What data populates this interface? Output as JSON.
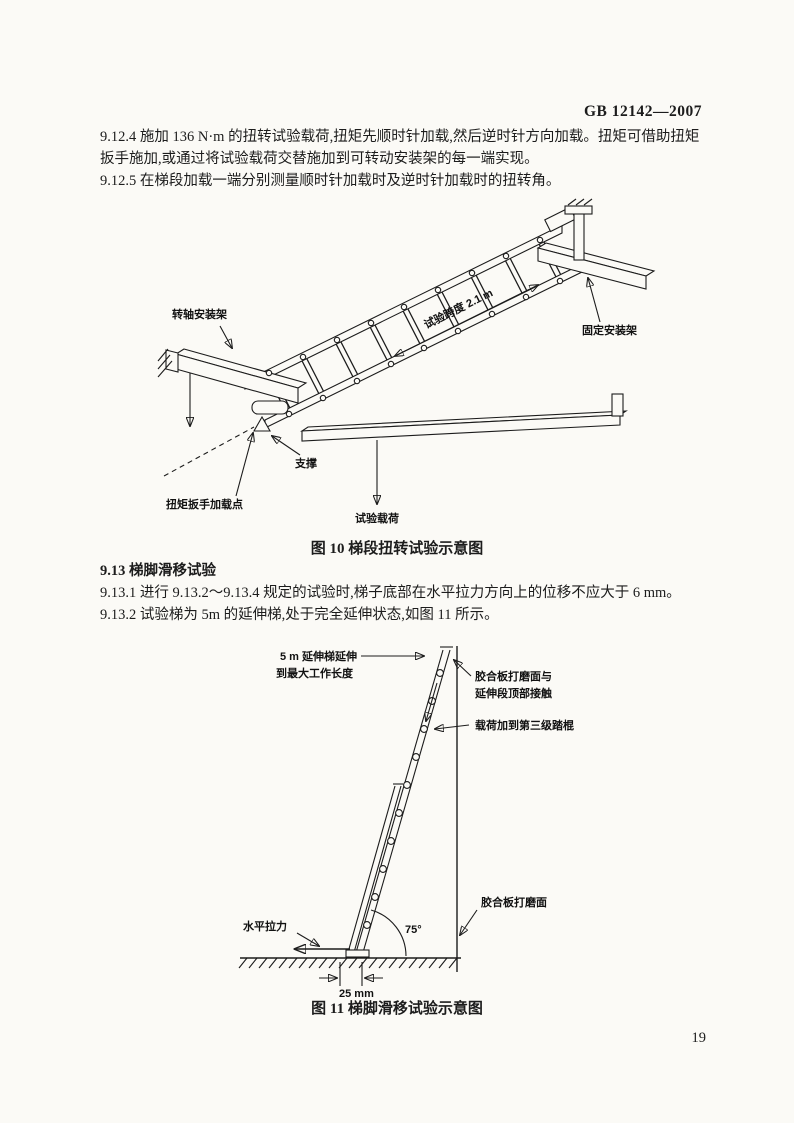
{
  "header": {
    "doc_number": "GB 12142—2007"
  },
  "body": {
    "p9124_line1": "9.12.4  施加 136 N·m 的扭转试验载荷,扭矩先顺时针加载,然后逆时针方向加载。扭矩可借助扭矩",
    "p9124_line2": "扳手施加,或通过将试验载荷交替施加到可转动安装架的每一端实现。",
    "p9125": "9.12.5  在梯段加载一端分别测量顺时针加载时及逆时针加载时的扭转角。",
    "h913": "9.13  梯脚滑移试验",
    "p9131": "9.13.1  进行 9.13.2～9.13.4 规定的试验时,梯子底部在水平拉力方向上的位移不应大于 6 mm。",
    "p9132": "9.13.2  试验梯为 5m 的延伸梯,处于完全延伸状态,如图 11 所示。"
  },
  "figure10": {
    "caption": "图 10  梯段扭转试验示意图",
    "labels": {
      "rotating_frame": "转轴安装架",
      "fixed_frame": "固定安装架",
      "test_span": "试验跨度 2.1 m",
      "support": "支撑",
      "torque_point": "扭矩扳手加载点",
      "test_load": "试验载荷"
    }
  },
  "figure11": {
    "caption": "图 11  梯脚滑移试验示意图",
    "labels": {
      "extend_line1": "5 m 延伸梯延伸",
      "extend_line2": "到最大工作长度",
      "plywood_top_line1": "胶合板打磨面与",
      "plywood_top_line2": "延伸段顶部接触",
      "load_rung": "载荷加到第三级踏棍",
      "pull": "水平拉力",
      "plywood_bottom": "胶合板打磨面",
      "angle": "75°",
      "offset": "25 mm"
    }
  },
  "footer": {
    "page_number": "19"
  }
}
